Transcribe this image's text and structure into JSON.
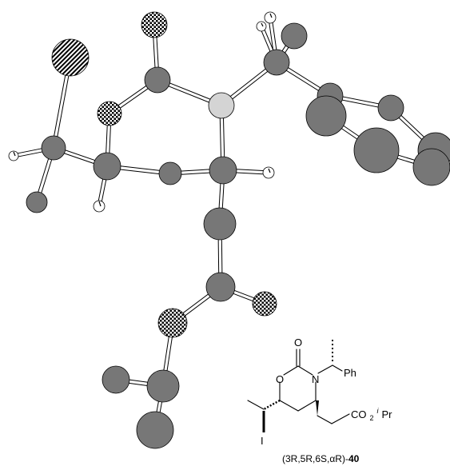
{
  "structure": {
    "atom_labels": {
      "carbonyl_o": "O",
      "ring_o": "O",
      "ring_n": "N",
      "phenyl": "Ph",
      "ester": "CO",
      "ester_sub": "2",
      "ester_sup": "i",
      "ester_tail": "Pr",
      "iodine": "I"
    }
  },
  "caption": {
    "stereo_descriptor": "(3R,5R,6S,αR)-",
    "compound_number": "40"
  },
  "legend_colors": {
    "carbon": "#777777",
    "nitrogen": "#d4d4d4",
    "hydrogen": "#ffffff",
    "oxygen": "checkered",
    "iodine": "hatched"
  }
}
